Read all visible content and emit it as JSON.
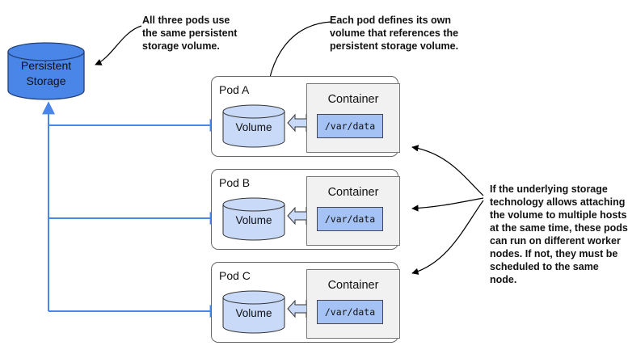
{
  "colors": {
    "storage_fill": "#4a86e8",
    "volume_fill": "#c9daf8",
    "path_fill": "#a4c2f4",
    "container_fill": "#f1f1f1",
    "connector_blue": "#4a86e8",
    "double_arrow_fill": "#c9daf8",
    "annotation_arrow": "#000000"
  },
  "storage": {
    "line1": "Persistent",
    "line2": "Storage"
  },
  "annotations": {
    "top_left": [
      "All three pods use",
      "the same persistent",
      "storage volume."
    ],
    "top_right": [
      "Each pod defines its own",
      "volume that references the",
      "persistent storage volume."
    ],
    "right": [
      "If the underlying storage",
      "technology allows attaching",
      "the volume to multiple hosts",
      "at the same time, these pods",
      "can run on different worker",
      "nodes. If not, they must be",
      "scheduled to the same node."
    ]
  },
  "pods": [
    {
      "title": "Pod A",
      "volume_label": "Volume",
      "container_label": "Container",
      "mount_path": "/var/data"
    },
    {
      "title": "Pod B",
      "volume_label": "Volume",
      "container_label": "Container",
      "mount_path": "/var/data"
    },
    {
      "title": "Pod C",
      "volume_label": "Volume",
      "container_label": "Container",
      "mount_path": "/var/data"
    }
  ]
}
